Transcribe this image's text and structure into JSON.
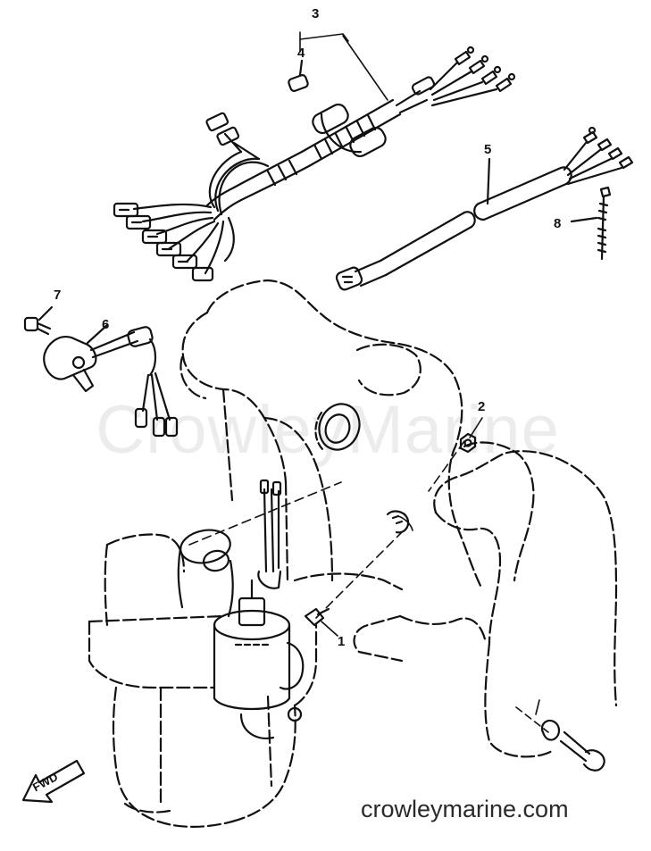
{
  "callouts": {
    "c1": "1",
    "c2": "2",
    "c3": "3",
    "c4": "4",
    "c5": "5",
    "c6": "6",
    "c7": "7",
    "c8": "8"
  },
  "watermark": "CrowleyMarine",
  "footer_url": "crowleymarine.com",
  "fwd_label": "FWD",
  "colors": {
    "line": "#111111",
    "background": "#ffffff",
    "watermark": "#000000"
  }
}
